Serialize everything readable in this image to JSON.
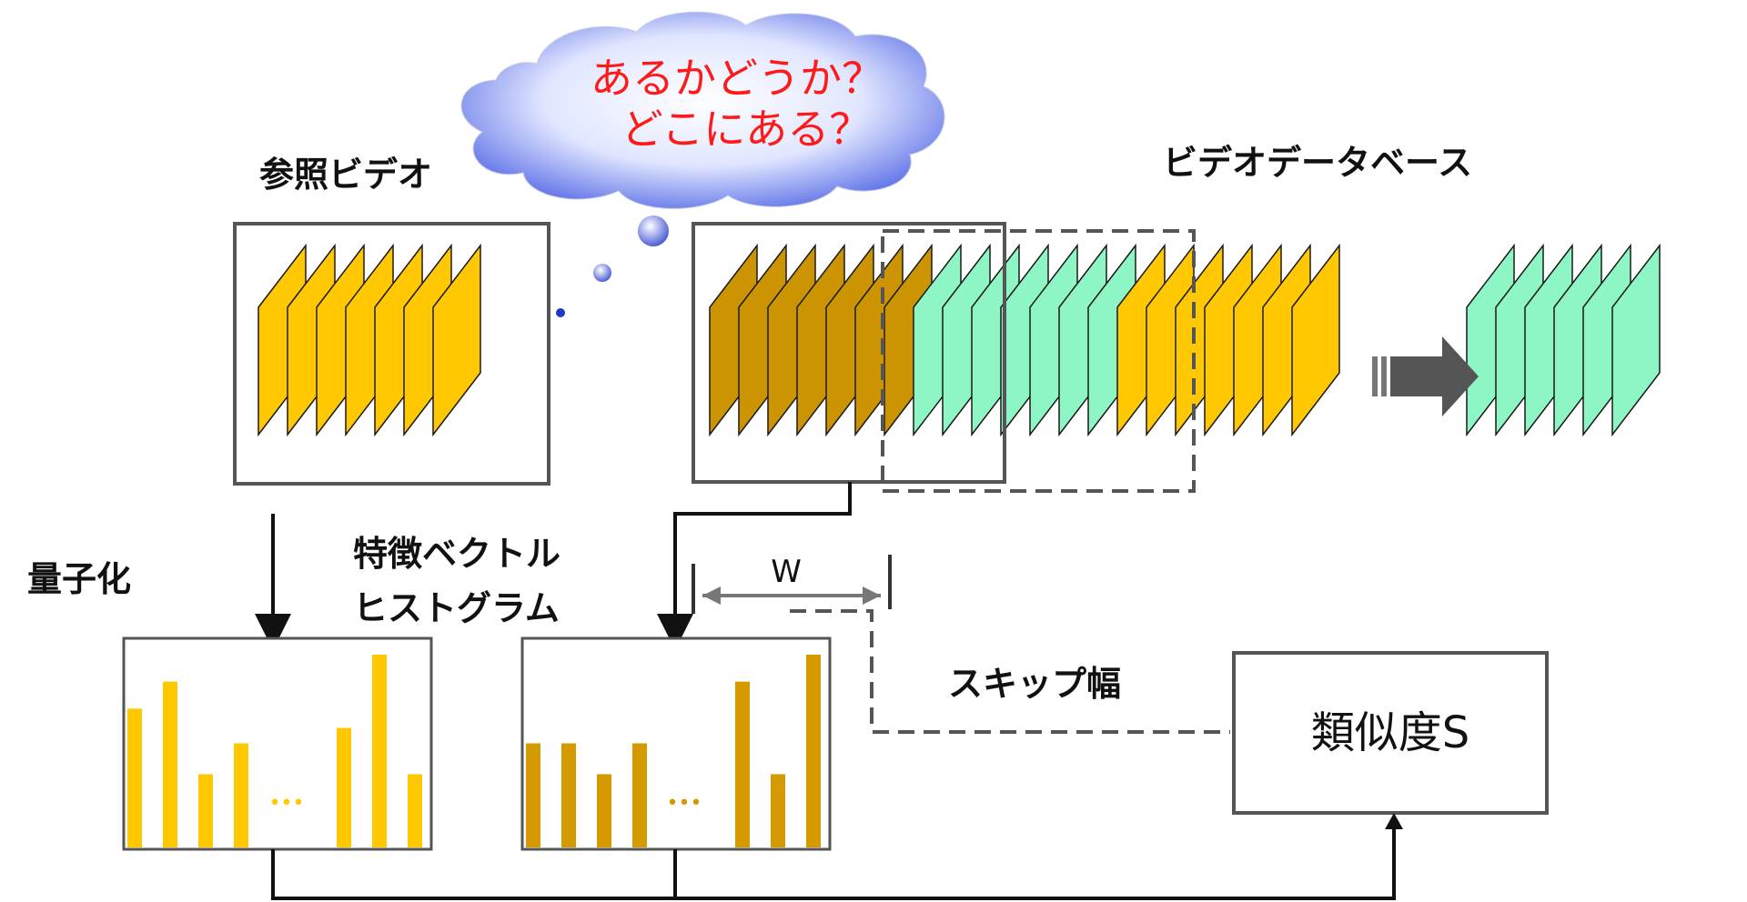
{
  "cloud": {
    "line1": "あるかどうか？",
    "line2": "どこにある？",
    "text_color": "#ff1a1a"
  },
  "labels": {
    "reference_video": "参照ビデオ",
    "video_database": "ビデオデータベース",
    "quantization": "量子化",
    "histogram_line1": "特徴ベクトル",
    "histogram_line2": "ヒストグラム",
    "window": "W",
    "skip_width": "スキップ幅",
    "similarity": "類似度S",
    "ellipsis": "•••"
  },
  "colors": {
    "frame_yellow": "#ffc800",
    "frame_dark": "#cc9400",
    "frame_mint": "#8ef5c4",
    "hist_yellow": "#ffc800",
    "hist_dark": "#d49a00",
    "box_border": "#555555",
    "dashed": "#555555",
    "arrow_big": "#555555"
  },
  "reference_histogram": {
    "left_bars": [
      0.72,
      0.86,
      0.38,
      0.54
    ],
    "right_bars": [
      0.62,
      1.0,
      0.38
    ]
  },
  "query_histogram": {
    "left_bars": [
      0.54,
      0.54,
      0.38,
      0.54
    ],
    "right_bars": [
      0.86,
      0.38,
      1.0
    ]
  }
}
